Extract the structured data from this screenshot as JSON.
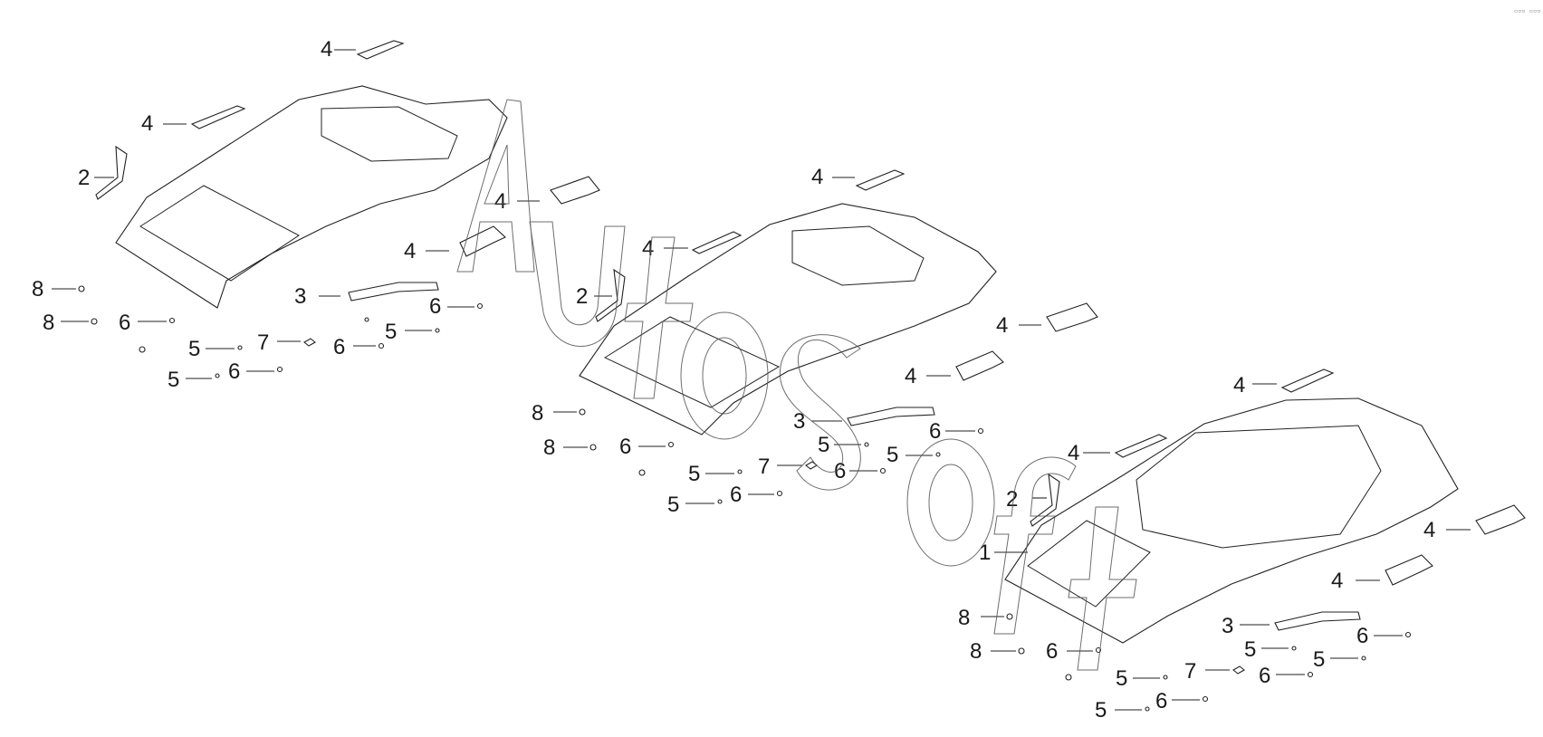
{
  "watermark": {
    "text": "Autosoft"
  },
  "corner_mark": "▫▫▫ ▫▫▫",
  "assemblies": [
    {
      "id": "left",
      "callouts": [
        "4",
        "4",
        "2",
        "4",
        "4",
        "3",
        "8",
        "8",
        "6",
        "5",
        "7",
        "6",
        "5",
        "5",
        "6",
        "6"
      ]
    },
    {
      "id": "middle",
      "callouts": [
        "4",
        "4",
        "2",
        "4",
        "4",
        "3",
        "5",
        "5",
        "6",
        "6",
        "8",
        "8",
        "6",
        "5",
        "7",
        "6",
        "5"
      ]
    },
    {
      "id": "right",
      "callouts": [
        "4",
        "4",
        "2",
        "1",
        "4",
        "4",
        "3",
        "6",
        "5",
        "5",
        "6",
        "8",
        "8",
        "6",
        "5",
        "7",
        "6",
        "5"
      ]
    }
  ],
  "colors": {
    "line": "#222222",
    "background": "#ffffff"
  }
}
